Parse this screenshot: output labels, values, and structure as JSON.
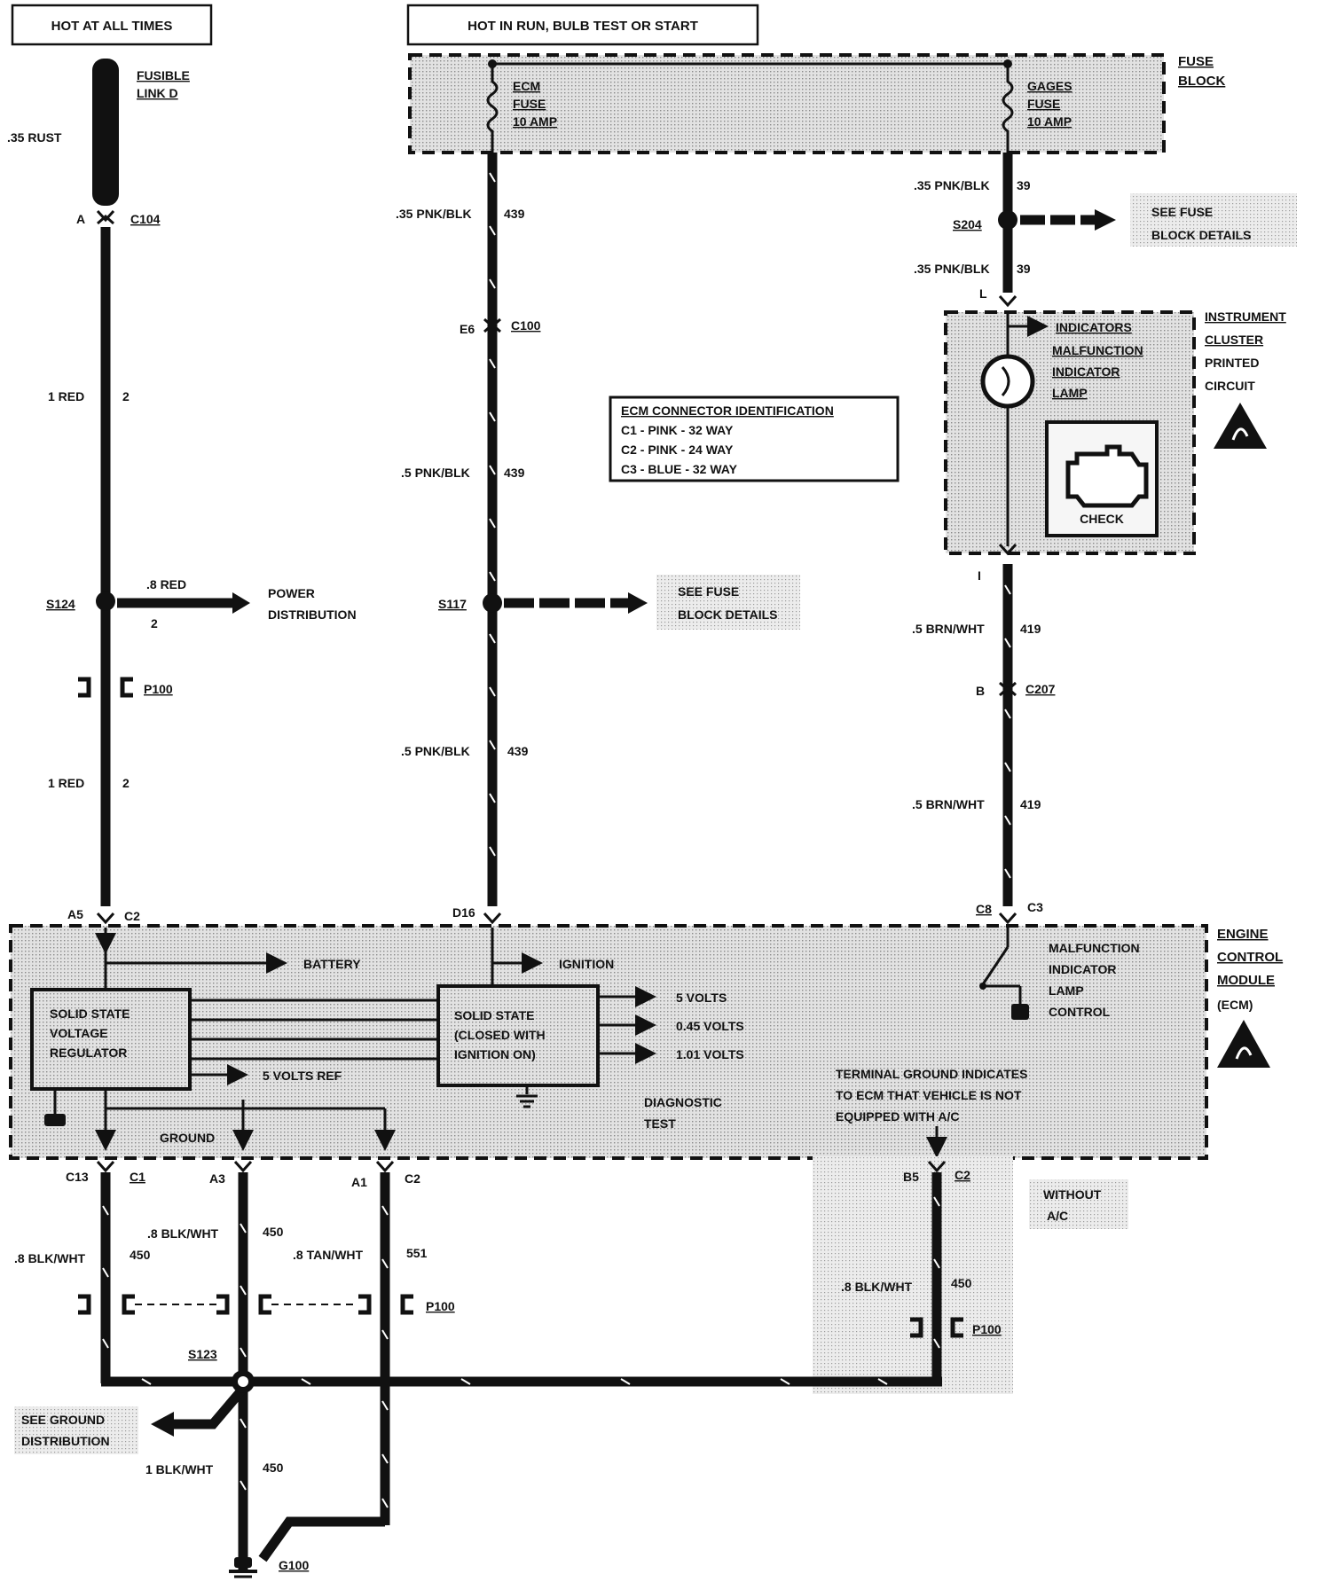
{
  "headers": {
    "hot_at_all_times": "HOT AT ALL TIMES",
    "hot_in_run": "HOT IN RUN, BULB TEST OR START"
  },
  "fuse_block": {
    "title_1": "FUSE",
    "title_2": "BLOCK",
    "ecm_fuse": [
      "ECM",
      "FUSE",
      "10 AMP"
    ],
    "gages_fuse": [
      "GAGES",
      "FUSE",
      "10 AMP"
    ]
  },
  "left_circuit": {
    "fusible_link": [
      "FUSIBLE",
      "LINK D"
    ],
    "wire_035_rust": ".35 RUST",
    "c104_pin": "A",
    "c104": "C104",
    "wire1_color": "1 RED",
    "wire1_num": "2",
    "s124": "S124",
    "pd_color": ".8 RED",
    "pd_num": "2",
    "power_distribution": [
      "POWER",
      "DISTRIBUTION"
    ],
    "p100": "P100",
    "wire2_color": "1 RED",
    "wire2_num": "2",
    "a5": "A5",
    "c2": "C2"
  },
  "middle_circuit": {
    "wire1_color": ".35 PNK/BLK",
    "wire1_num": "439",
    "e6": "E6",
    "c100": "C100",
    "wire2_color": ".5 PNK/BLK",
    "wire2_num": "439",
    "s117": "S117",
    "see_fuse": [
      "SEE FUSE",
      "BLOCK DETAILS"
    ],
    "wire3_color": ".5 PNK/BLK",
    "wire3_num": "439",
    "d16": "D16"
  },
  "right_circuit": {
    "wire1_color": ".35 PNK/BLK",
    "wire1_num": "39",
    "s204": "S204",
    "see_fuse": [
      "SEE FUSE",
      "BLOCK DETAILS"
    ],
    "wire2_color": ".35 PNK/BLK",
    "wire2_num": "39",
    "pin_l": "L",
    "indicators": "INDICATORS",
    "mil_lamp": [
      "MALFUNCTION",
      "INDICATOR",
      "LAMP"
    ],
    "check": "CHECK",
    "cluster": [
      "INSTRUMENT",
      "CLUSTER",
      "PRINTED",
      "CIRCUIT"
    ],
    "pin_i": "I",
    "wire3_color": ".5 BRN/WHT",
    "wire3_num": "419",
    "pin_b": "B",
    "c207": "C207",
    "wire4_color": ".5 BRN/WHT",
    "wire4_num": "419",
    "c8": "C8",
    "c3": "C3"
  },
  "ecm_id": {
    "title": "ECM CONNECTOR IDENTIFICATION",
    "lines": [
      "C1 - PINK - 32 WAY",
      "C2 - PINK - 24 WAY",
      "C3 - BLUE - 32 WAY"
    ]
  },
  "ecm": {
    "title": [
      "ENGINE",
      "CONTROL",
      "MODULE",
      "(ECM)"
    ],
    "battery": "BATTERY",
    "ignition": "IGNITION",
    "regulator": [
      "SOLID STATE",
      "VOLTAGE",
      "REGULATOR"
    ],
    "solid_state": [
      "SOLID STATE",
      "(CLOSED WITH",
      "IGNITION  ON)"
    ],
    "five_volts": "5 VOLTS",
    "v045": "0.45 VOLTS",
    "v101": "1.01 VOLTS",
    "five_volts_ref": "5 VOLTS REF",
    "ground": "GROUND",
    "diagnostic": [
      "DIAGNOSTIC",
      "TEST"
    ],
    "mil_control": [
      "MALFUNCTION",
      "INDICATOR",
      "LAMP",
      "CONTROL"
    ],
    "terminal_note": [
      "TERMINAL GROUND INDICATES",
      "TO ECM THAT VEHICLE IS NOT",
      "EQUIPPED WITH A/C"
    ]
  },
  "bottom": {
    "c13": "C13",
    "c1": "C1",
    "a3": "A3",
    "a1": "A1",
    "c2": "C2",
    "b5": "B5",
    "c2b": "C2",
    "w1_color": ".8 BLK/WHT",
    "w1_num": "450",
    "w2_color": ".8 BLK/WHT",
    "w2_num": "450",
    "w3_color": ".8 TAN/WHT",
    "w3_num": "551",
    "w4_color": ".8 BLK/WHT",
    "w4_num": "450",
    "p100": "P100",
    "p100b": "P100",
    "s123": "S123",
    "see_ground": [
      "SEE GROUND",
      "DISTRIBUTION"
    ],
    "w5_color": "1 BLK/WHT",
    "w5_num": "450",
    "g100": "G100",
    "without_ac": [
      "WITHOUT",
      "A/C"
    ]
  }
}
